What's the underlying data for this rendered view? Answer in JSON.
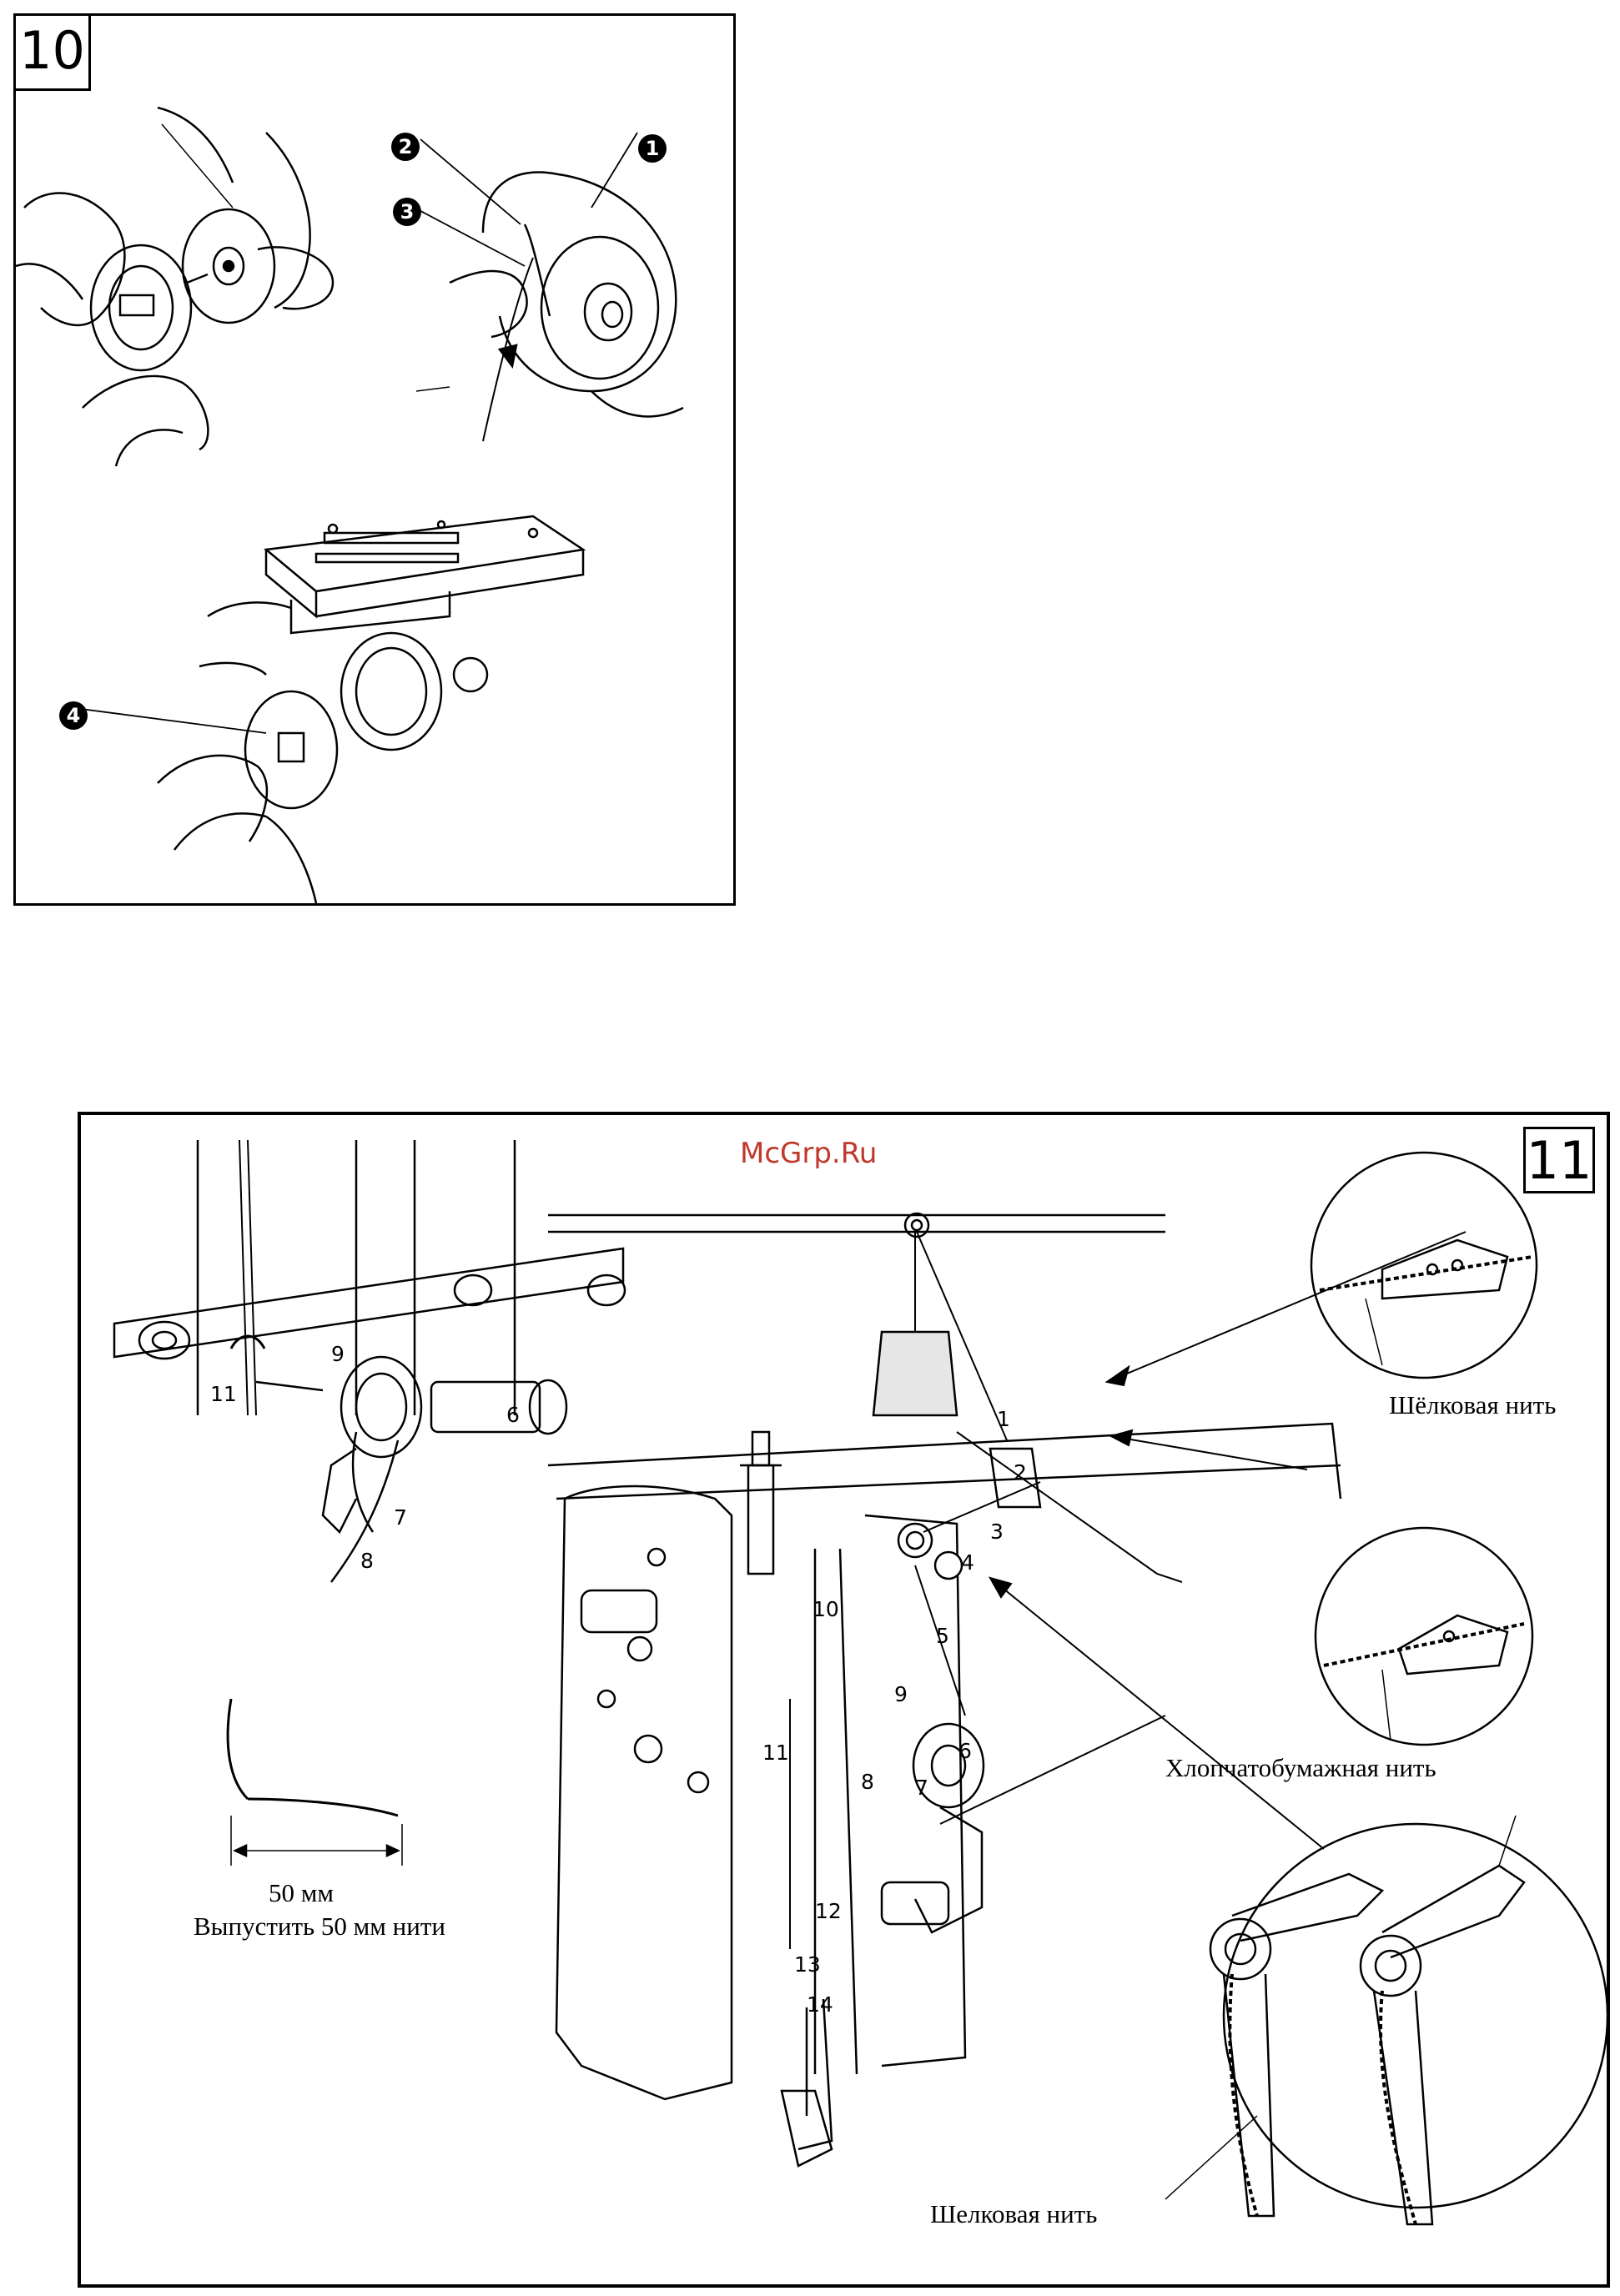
{
  "figure_10": {
    "number": "10",
    "callouts": [
      "1",
      "2",
      "3",
      "4"
    ]
  },
  "figure_11": {
    "number": "11",
    "watermark": "McGrp.Ru",
    "steps_main": [
      "1",
      "2",
      "3",
      "4",
      "5",
      "6",
      "7",
      "8",
      "9",
      "10",
      "11",
      "12",
      "13",
      "14"
    ],
    "steps_inset": [
      "6",
      "7",
      "8",
      "9",
      "11"
    ],
    "labels": {
      "silk_top": "Шёлковая нить",
      "cotton": "Хлопчатобумажная нить",
      "silk_bottom": "Шелковая нить",
      "measure": "50 мм",
      "instruction": "Выпустить 50 мм нити"
    }
  }
}
